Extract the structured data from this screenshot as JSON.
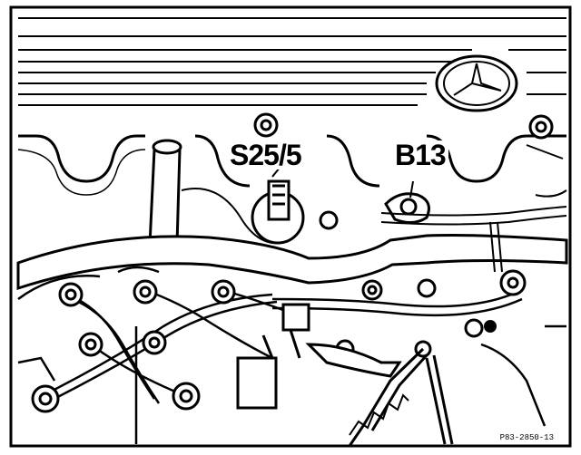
{
  "callouts": {
    "s25_5": "S25/5",
    "b13": "B13"
  },
  "reference_code": "P83-2850-13",
  "colors": {
    "ink": "#000000",
    "paper": "#ffffff"
  }
}
